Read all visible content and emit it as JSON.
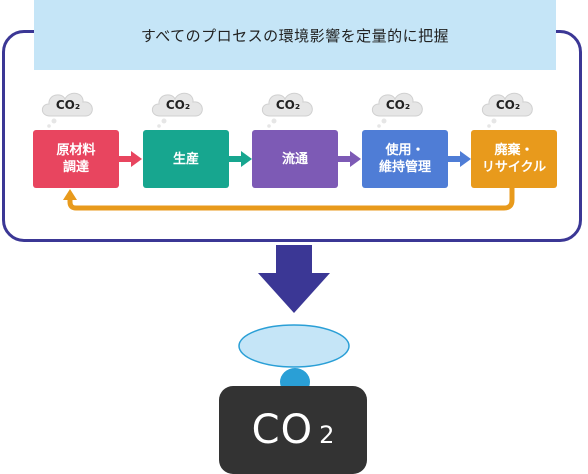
{
  "title": "すべてのプロセスの環境影響を定量的に把握",
  "cloud_label": "CO₂",
  "steps": [
    {
      "line1": "原材料",
      "line2": "調達",
      "color": "#e8455f"
    },
    {
      "line1": "生産",
      "line2": "",
      "color": "#17a68f"
    },
    {
      "line1": "流通",
      "line2": "",
      "color": "#7d5ab5"
    },
    {
      "line1": "使用・",
      "line2": "維持管理",
      "color": "#4f7dd6"
    },
    {
      "line1": "廃棄・",
      "line2": "リサイクル",
      "color": "#e89a1c"
    }
  ],
  "result": {
    "main": "CO",
    "sub": "2"
  },
  "colors": {
    "frame": "#3b3795",
    "title_bg": "#c5e5f7",
    "big_arrow": "#3b3795",
    "lid": "#c5e5f7",
    "knob": "#2a9fd6",
    "box": "#333333",
    "loop_arrow": "#e89a1c"
  }
}
